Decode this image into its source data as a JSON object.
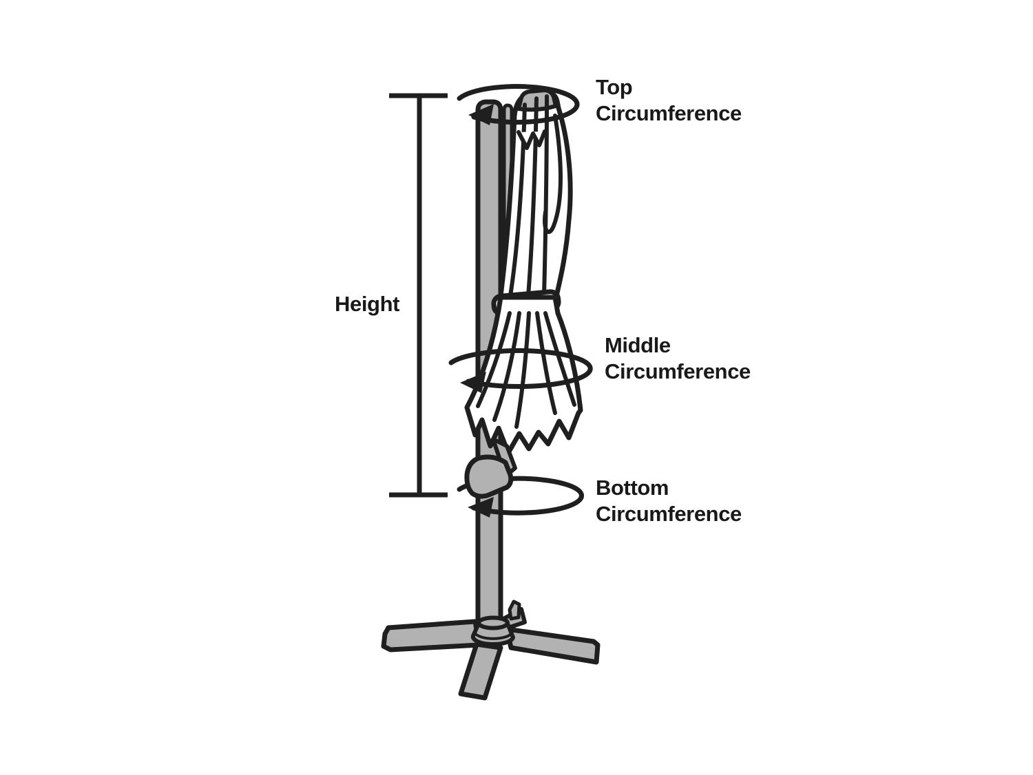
{
  "diagram": {
    "type": "product-measurement-guide",
    "subject": "closed patio umbrella with cross base and measurement callouts",
    "labels": {
      "height": "Height",
      "top_circumference": {
        "line1": "Top",
        "line2": "Circumference"
      },
      "middle_circumference": {
        "line1": "Middle",
        "line2": "Circumference"
      },
      "bottom_circumference": {
        "line1": "Bottom",
        "line2": "Circumference"
      }
    },
    "colors": {
      "line": "#1f1f1f",
      "gray_fill": "#b2b2b2",
      "white_fill": "#ffffff",
      "text": "#191919"
    },
    "icons": [
      "rotation-arrow-ellipse",
      "dimension-line"
    ]
  }
}
